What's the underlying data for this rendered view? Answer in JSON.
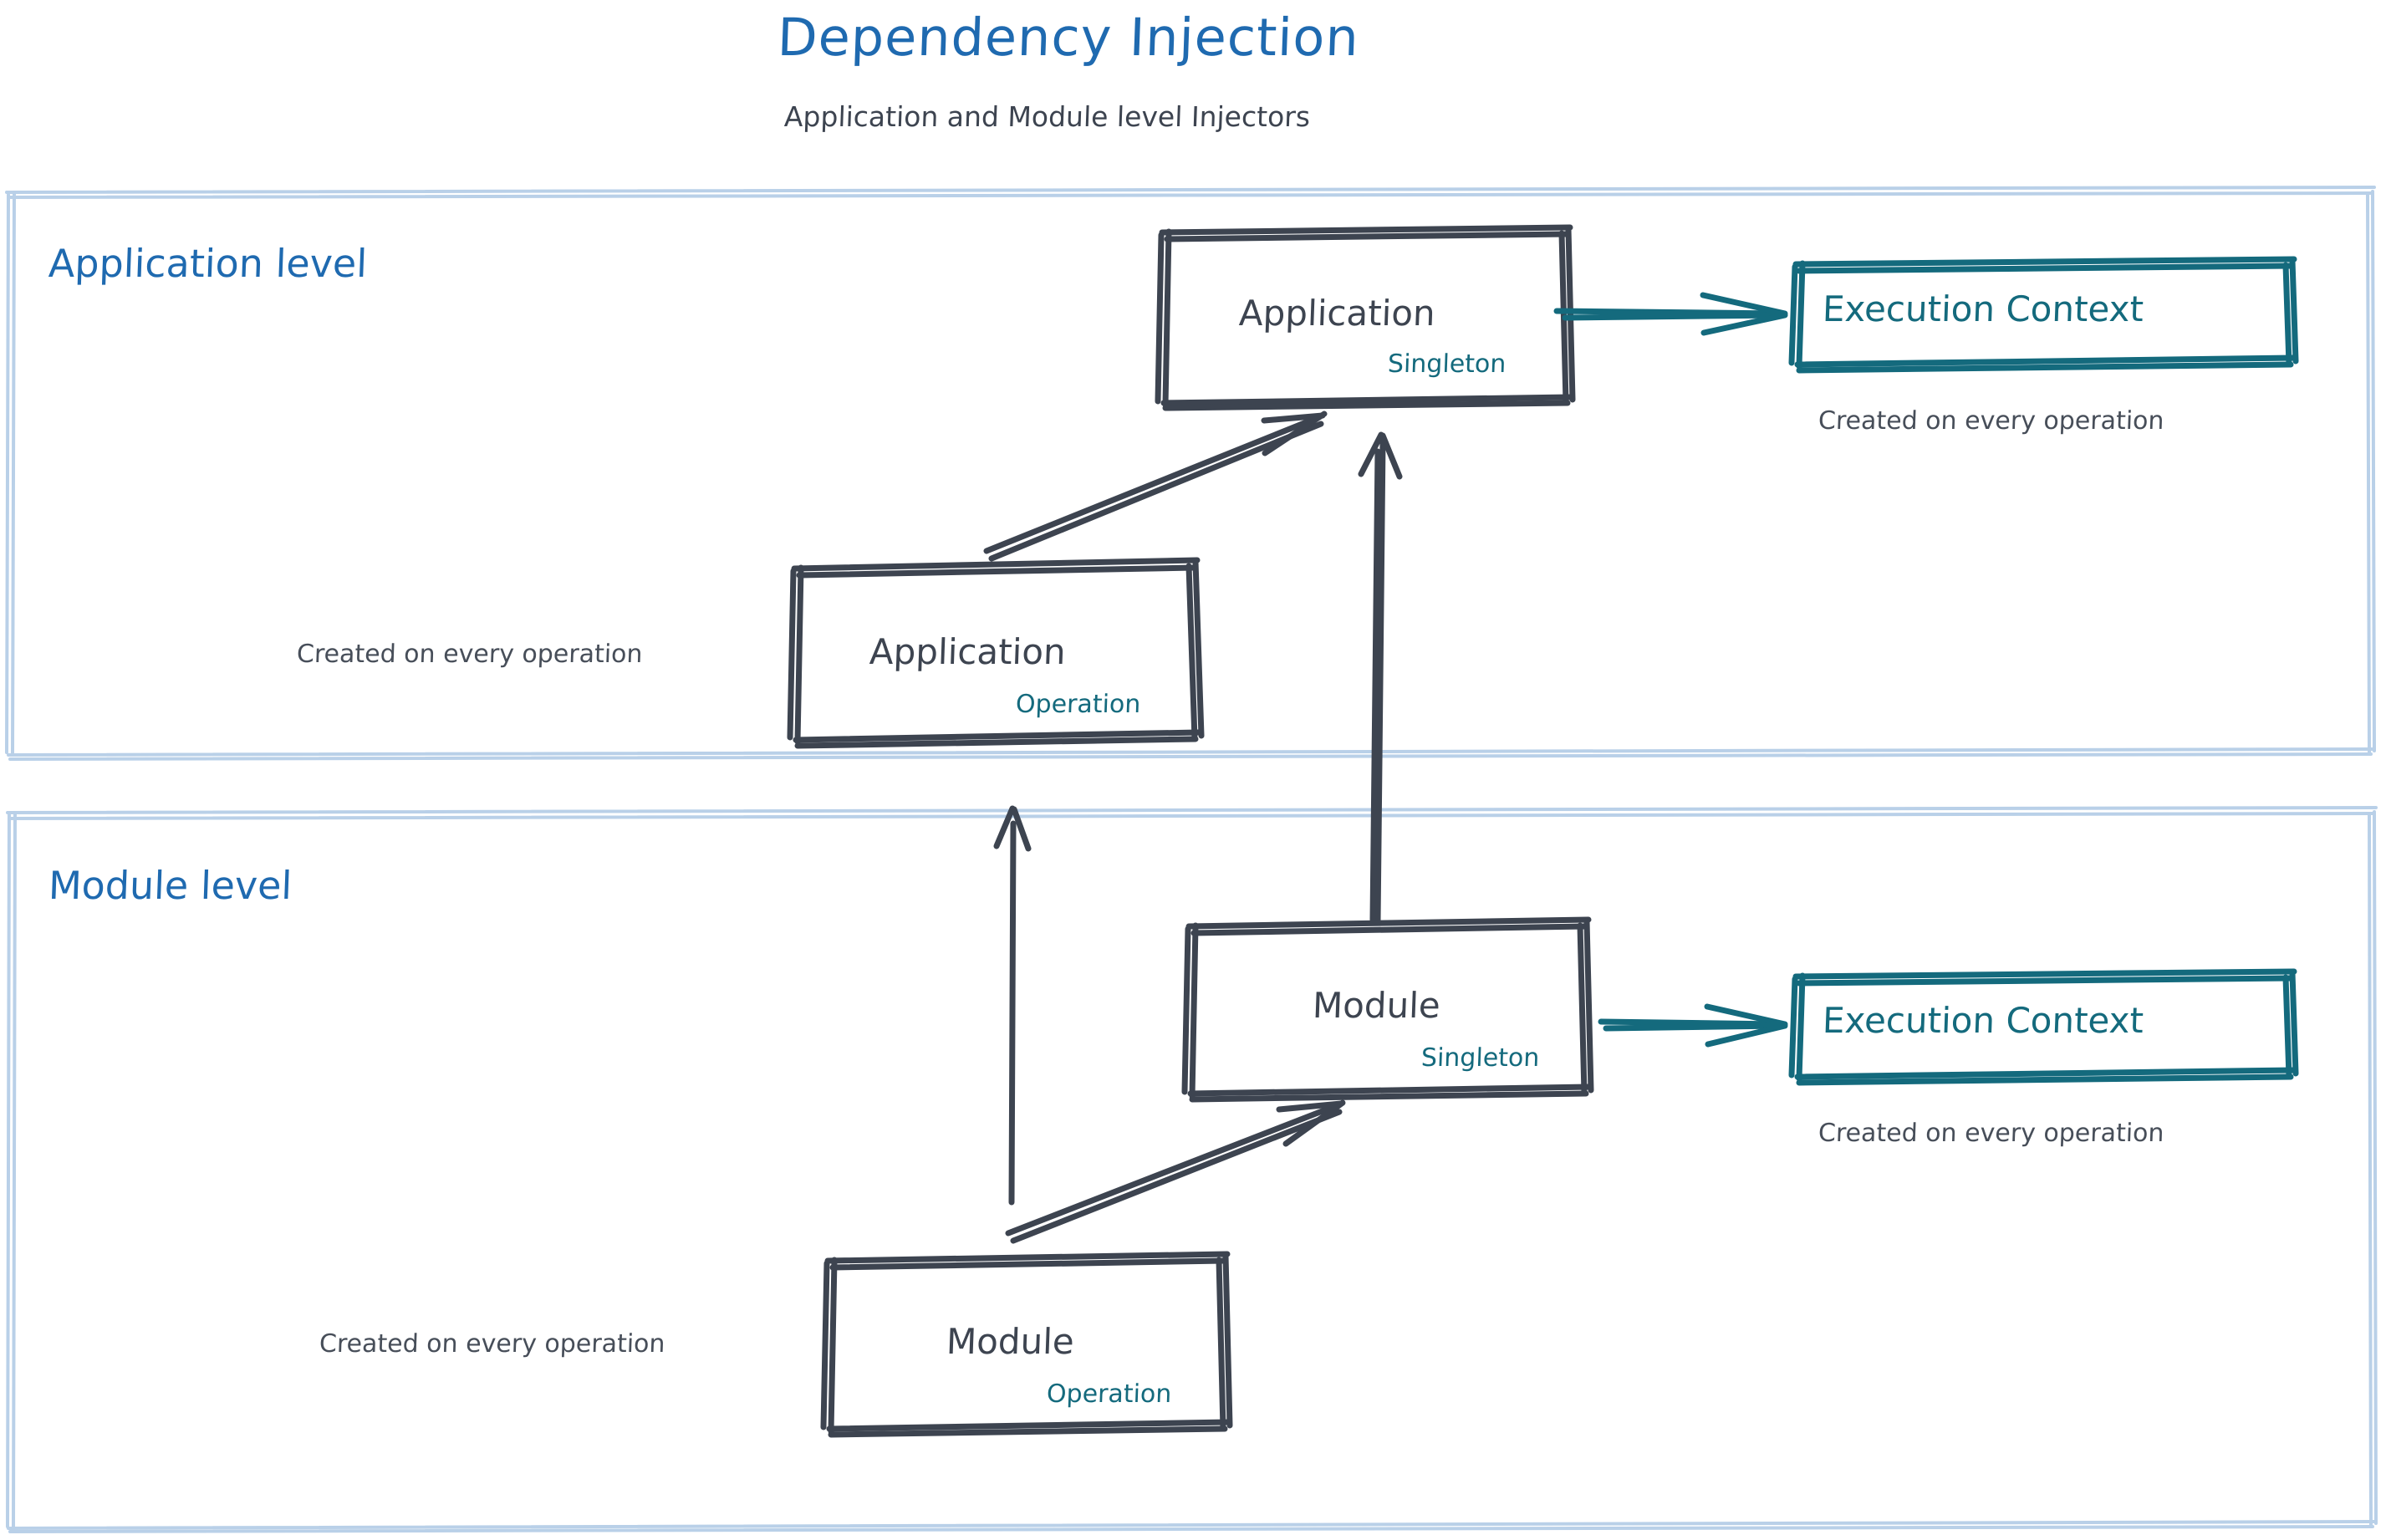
{
  "header": {
    "title": "Dependency Injection",
    "subtitle": "Application and Module level Injectors"
  },
  "colors": {
    "title_blue": "#1f6ab0",
    "level_blue": "#1f6ab0",
    "container_border": "#b9d0e8",
    "box_border": "#3d4450",
    "box_text": "#3d4450",
    "accent_teal": "#146a7d",
    "note_text": "#474e59",
    "background": "#ffffff"
  },
  "sections": [
    {
      "id": "application-level",
      "label": "Application level",
      "nodes": [
        {
          "id": "application-singleton",
          "title": "Application",
          "scope": "Singleton",
          "style": "dark"
        },
        {
          "id": "application-operation",
          "title": "Application",
          "scope": "Operation",
          "style": "dark"
        },
        {
          "id": "execution-context-application",
          "title": "Execution Context",
          "scope": "",
          "style": "teal"
        }
      ],
      "notes": [
        {
          "id": "note-app-operation",
          "text": "Created on every operation"
        },
        {
          "id": "note-app-execution-context",
          "text": "Created on every operation"
        }
      ]
    },
    {
      "id": "module-level",
      "label": "Module level",
      "nodes": [
        {
          "id": "module-singleton",
          "title": "Module",
          "scope": "Singleton",
          "style": "dark"
        },
        {
          "id": "module-operation",
          "title": "Module",
          "scope": "Operation",
          "style": "dark"
        },
        {
          "id": "execution-context-module",
          "title": "Execution Context",
          "scope": "",
          "style": "teal"
        }
      ],
      "notes": [
        {
          "id": "note-module-operation",
          "text": "Created on every operation"
        },
        {
          "id": "note-module-execution-context",
          "text": "Created on every operation"
        }
      ]
    }
  ],
  "edges": [
    {
      "id": "edge-app-operation-to-app-singleton",
      "from": "application-operation",
      "to": "application-singleton",
      "color": "#3d4450"
    },
    {
      "id": "edge-module-singleton-to-app-singleton",
      "from": "module-singleton",
      "to": "application-singleton",
      "color": "#3d4450"
    },
    {
      "id": "edge-app-singleton-to-execution-context",
      "from": "application-singleton",
      "to": "execution-context-application",
      "color": "#146a7d"
    },
    {
      "id": "edge-module-operation-to-module-singleton",
      "from": "module-operation",
      "to": "module-singleton",
      "color": "#3d4450"
    },
    {
      "id": "edge-module-operation-to-app-operation",
      "from": "module-operation",
      "to": "application-operation",
      "color": "#3d4450"
    },
    {
      "id": "edge-module-singleton-to-execution-context",
      "from": "module-singleton",
      "to": "execution-context-module",
      "color": "#146a7d"
    }
  ]
}
